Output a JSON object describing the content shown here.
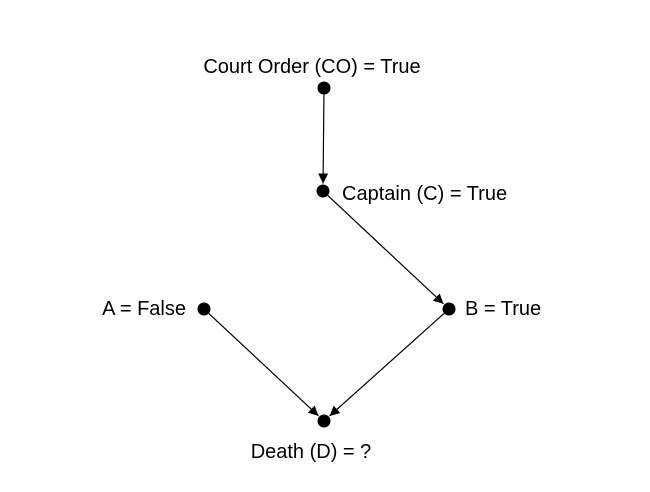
{
  "diagram": {
    "nodes": [
      {
        "id": "court-order",
        "label": "Court Order (CO) = True"
      },
      {
        "id": "captain",
        "label": "Captain (C) = True"
      },
      {
        "id": "a",
        "label": "A = False"
      },
      {
        "id": "b",
        "label": "B = True"
      },
      {
        "id": "death",
        "label": "Death (D) = ?"
      }
    ],
    "edges": [
      {
        "from": "court-order",
        "to": "captain"
      },
      {
        "from": "captain",
        "to": "b"
      },
      {
        "from": "a",
        "to": "death"
      },
      {
        "from": "b",
        "to": "death"
      }
    ]
  },
  "colors": {
    "node": "#000000",
    "edge": "#000000",
    "background": "#ffffff"
  }
}
